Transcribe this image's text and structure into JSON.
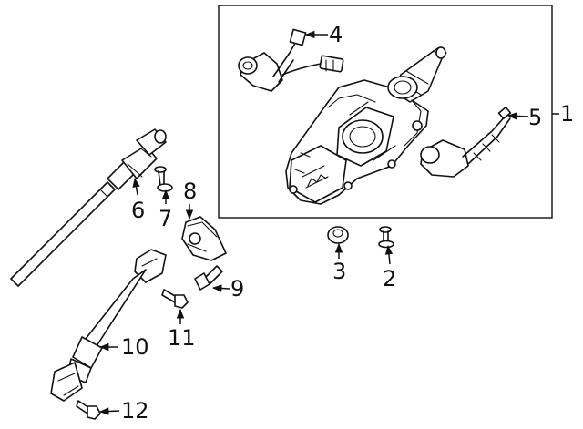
{
  "callouts": {
    "c1": "1",
    "c2": "2",
    "c3": "3",
    "c4": "4",
    "c5": "5",
    "c6": "6",
    "c7": "7",
    "c8": "8",
    "c9": "9",
    "c10": "10",
    "c11": "11",
    "c12": "12"
  },
  "colors": {
    "ink": "#111111",
    "paper": "#ffffff"
  }
}
